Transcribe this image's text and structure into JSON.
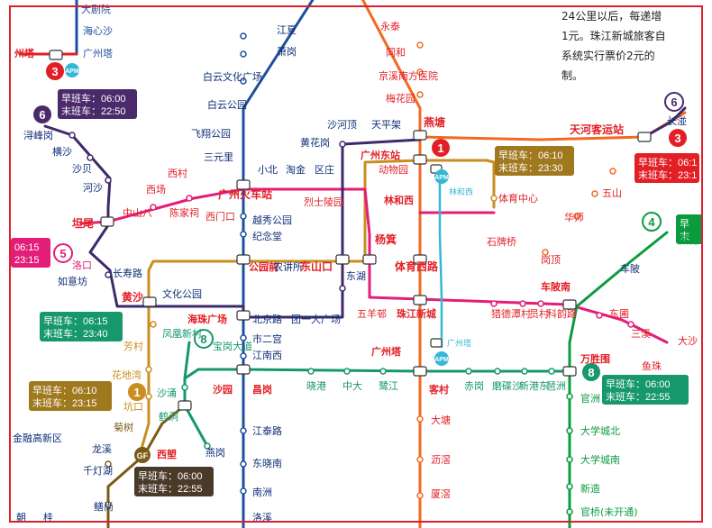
{
  "colors": {
    "line1": "#f0c200",
    "line2": "#1d4f9f",
    "line3": "#f26a21",
    "line4": "#0a9b3f",
    "line5": "#e31e79",
    "line6": "#4b2a6b",
    "line8": "#16986c",
    "apm": "#35b7d6",
    "gf": "#7a5b17",
    "red": "#e31f26",
    "label": "#0f2f77",
    "frame": "#e01e2c"
  },
  "notes": {
    "fare": [
      "24公里以后，每递增",
      "1元。珠江新城旅客自",
      "系统实行票价2元的",
      "制。"
    ]
  },
  "badges": [
    {
      "id": "b6",
      "num": "6",
      "color": "#4b2a6b"
    },
    {
      "id": "b6r",
      "num": "6",
      "color": "#4b2a6b"
    },
    {
      "id": "b3",
      "num": "3",
      "color": "#e31f26"
    },
    {
      "id": "b3r",
      "num": "3",
      "color": "#e31f26"
    },
    {
      "id": "b5",
      "num": "5",
      "color": "#e31e79"
    },
    {
      "id": "b1",
      "num": "1",
      "color": "#e31f26"
    },
    {
      "id": "b1b",
      "num": "1",
      "color": "#c98e1f"
    },
    {
      "id": "b8",
      "num": "8",
      "color": "#16986c"
    },
    {
      "id": "b8b",
      "num": "8",
      "color": "#16986c"
    },
    {
      "id": "b4",
      "num": "4",
      "color": "#0a9b3f"
    }
  ],
  "apm_label": "APM",
  "gf_label": "GF",
  "timeboxes": [
    {
      "id": "tb6",
      "first": "早班车：06:00",
      "last": "末班车：22:50",
      "color": "#4b2a6b"
    },
    {
      "id": "tb1",
      "first": "早班车：06:10",
      "last": "末班车：23:30",
      "color": "#a0781e"
    },
    {
      "id": "tb3",
      "first": "早班车：06:1",
      "last": "末班车：23:1",
      "color": "#e31f26"
    },
    {
      "id": "tb5",
      "first": "06:15",
      "last": "23:15",
      "color": "#e31e79"
    },
    {
      "id": "tb2",
      "first": "早班车：06:15",
      "last": "末班车：23:40",
      "color": "#16986c"
    },
    {
      "id": "tb1b",
      "first": "早班车：06:10",
      "last": "末班车：23:15",
      "color": "#a0781e"
    },
    {
      "id": "tbgf",
      "first": "早班车：06:00",
      "last": "末班车：22:55",
      "color": "#4a3a2a"
    },
    {
      "id": "tb8",
      "first": "早班车：06:00",
      "last": "末班车：22:55",
      "color": "#16986c"
    },
    {
      "id": "tb4",
      "first": "早",
      "last": "末",
      "color": "#0a9b3f"
    }
  ],
  "stations": [
    {
      "id": "s1",
      "text": "大剧院",
      "color": "#1d4f9f"
    },
    {
      "id": "s2",
      "text": "海心沙",
      "color": "#1d4f9f"
    },
    {
      "id": "s3",
      "text": "广州塔",
      "color": "#1d4f9f"
    },
    {
      "id": "s4",
      "text": "州塔",
      "color": "#e31f26"
    },
    {
      "id": "s5",
      "text": "江夏",
      "color": "#0f2f77"
    },
    {
      "id": "s6",
      "text": "萧岗",
      "color": "#0f2f77"
    },
    {
      "id": "s7",
      "text": "白云文化广场",
      "color": "#0f2f77"
    },
    {
      "id": "s8",
      "text": "白云公园",
      "color": "#0f2f77"
    },
    {
      "id": "s9",
      "text": "飞翔公园",
      "color": "#0f2f77"
    },
    {
      "id": "s10",
      "text": "三元里",
      "color": "#0f2f77"
    },
    {
      "id": "s11",
      "text": "永泰",
      "color": "#e31f26"
    },
    {
      "id": "s12",
      "text": "同和",
      "color": "#e31f26"
    },
    {
      "id": "s13",
      "text": "京溪南方医院",
      "color": "#e31f26"
    },
    {
      "id": "s14",
      "text": "梅花园",
      "color": "#e31f26"
    },
    {
      "id": "s15",
      "text": "沙河顶",
      "color": "#0f2f77"
    },
    {
      "id": "s16",
      "text": "天平架",
      "color": "#0f2f77"
    },
    {
      "id": "s17",
      "text": "燕塘",
      "color": "#e31f26"
    },
    {
      "id": "s18",
      "text": "黄花岗",
      "color": "#0f2f77"
    },
    {
      "id": "s19",
      "text": "广州东站",
      "color": "#e31f26"
    },
    {
      "id": "s20",
      "text": "动物园",
      "color": "#e31f26"
    },
    {
      "id": "s21",
      "text": "天河客运站",
      "color": "#e31f26"
    },
    {
      "id": "s22",
      "text": "长湴",
      "color": "#0f2f77"
    },
    {
      "id": "s23",
      "text": "浔峰岗",
      "color": "#0f2f77"
    },
    {
      "id": "s24",
      "text": "横沙",
      "color": "#0f2f77"
    },
    {
      "id": "s25",
      "text": "沙贝",
      "color": "#0f2f77"
    },
    {
      "id": "s26",
      "text": "河沙",
      "color": "#0f2f77"
    },
    {
      "id": "s27",
      "text": "西村",
      "color": "#e31f26"
    },
    {
      "id": "s28",
      "text": "西场",
      "color": "#e31f26"
    },
    {
      "id": "s29",
      "text": "小北",
      "color": "#0f2f77"
    },
    {
      "id": "s30",
      "text": "淘金",
      "color": "#0f2f77"
    },
    {
      "id": "s31",
      "text": "区庄",
      "color": "#0f2f77"
    },
    {
      "id": "s32",
      "text": "广州火车站",
      "color": "#e31f26"
    },
    {
      "id": "s33",
      "text": "林和西",
      "color": "#e31f26"
    },
    {
      "id": "s34",
      "text": "林和西",
      "color": "#35b7d6"
    },
    {
      "id": "s35",
      "text": "体育中心",
      "color": "#e31f26"
    },
    {
      "id": "s36",
      "text": "五山",
      "color": "#e31f26"
    },
    {
      "id": "s37",
      "text": "坦尾",
      "color": "#e31f26"
    },
    {
      "id": "s38",
      "text": "中山八",
      "color": "#e31f26"
    },
    {
      "id": "s39",
      "text": "陈家祠",
      "color": "#e31f26"
    },
    {
      "id": "s40",
      "text": "西门口",
      "color": "#e31f26"
    },
    {
      "id": "s41",
      "text": "越秀公园",
      "color": "#0f2f77"
    },
    {
      "id": "s42",
      "text": "纪念堂",
      "color": "#0f2f77"
    },
    {
      "id": "s43",
      "text": "烈士陵园",
      "color": "#e31f26"
    },
    {
      "id": "s44",
      "text": "华师",
      "color": "#e31f26"
    },
    {
      "id": "s45",
      "text": "杨箕",
      "color": "#e31f26"
    },
    {
      "id": "s46",
      "text": "石牌桥",
      "color": "#e31f26"
    },
    {
      "id": "s47",
      "text": "岗顶",
      "color": "#e31f26"
    },
    {
      "id": "s48",
      "text": "黄村",
      "color": "#0a9b3f"
    },
    {
      "id": "s49",
      "text": "洛口",
      "color": "#e31e79"
    },
    {
      "id": "s50",
      "text": "长寿路",
      "color": "#0f2f77"
    },
    {
      "id": "s51",
      "text": "如意坊",
      "color": "#0f2f77"
    },
    {
      "id": "s52",
      "text": "黄沙",
      "color": "#e31f26"
    },
    {
      "id": "s53",
      "text": "文化公园",
      "color": "#0f2f77"
    },
    {
      "id": "s54",
      "text": "公园前",
      "color": "#e31f26"
    },
    {
      "id": "s55",
      "text": "农讲所",
      "color": "#0f2f77"
    },
    {
      "id": "s56",
      "text": "东山口",
      "color": "#e31f26"
    },
    {
      "id": "s57",
      "text": "东湖",
      "color": "#0f2f77"
    },
    {
      "id": "s58",
      "text": "体育西路",
      "color": "#e31f26"
    },
    {
      "id": "s59",
      "text": "车陂",
      "color": "#0f2f77"
    },
    {
      "id": "s60",
      "text": "车陂南",
      "color": "#e31f26"
    },
    {
      "id": "s61",
      "text": "海珠广场",
      "color": "#e31f26"
    },
    {
      "id": "s62",
      "text": "北京路",
      "color": "#0f2f77"
    },
    {
      "id": "s63",
      "text": "团一大广场",
      "color": "#0f2f77"
    },
    {
      "id": "s64",
      "text": "五羊邨",
      "color": "#e31f26"
    },
    {
      "id": "s65",
      "text": "珠江新城",
      "color": "#e31f26"
    },
    {
      "id": "s66",
      "text": "猎德",
      "color": "#e31f26"
    },
    {
      "id": "s67",
      "text": "潭村",
      "color": "#e31f26"
    },
    {
      "id": "s68",
      "text": "员村",
      "color": "#e31f26"
    },
    {
      "id": "s69",
      "text": "科韵路",
      "color": "#e31f26"
    },
    {
      "id": "s70",
      "text": "东圃",
      "color": "#e31f26"
    },
    {
      "id": "s71",
      "text": "三溪",
      "color": "#e31f26"
    },
    {
      "id": "s72",
      "text": "大沙",
      "color": "#e31f26"
    },
    {
      "id": "s73",
      "text": "芳村",
      "color": "#c98e1f"
    },
    {
      "id": "s74",
      "text": "凤凰新村",
      "color": "#16986c"
    },
    {
      "id": "s75",
      "text": "宝岗大道",
      "color": "#16986c"
    },
    {
      "id": "s76",
      "text": "市二宫",
      "color": "#0f2f77"
    },
    {
      "id": "s77",
      "text": "江南西",
      "color": "#0f2f77"
    },
    {
      "id": "s78",
      "text": "广州塔",
      "color": "#e31f26"
    },
    {
      "id": "s79",
      "text": "广州塔",
      "color": "#35b7d6"
    },
    {
      "id": "s80",
      "text": "万胜围",
      "color": "#e31f26"
    },
    {
      "id": "s81",
      "text": "鱼珠",
      "color": "#e31f26"
    },
    {
      "id": "s82",
      "text": "花地湾",
      "color": "#c98e1f"
    },
    {
      "id": "s83",
      "text": "坑口",
      "color": "#c98e1f"
    },
    {
      "id": "s84",
      "text": "沙涌",
      "color": "#16986c"
    },
    {
      "id": "s85",
      "text": "沙园",
      "color": "#e31f26"
    },
    {
      "id": "s86",
      "text": "昌岗",
      "color": "#e31f26"
    },
    {
      "id": "s87",
      "text": "晓港",
      "color": "#16986c"
    },
    {
      "id": "s88",
      "text": "中大",
      "color": "#16986c"
    },
    {
      "id": "s89",
      "text": "鹭江",
      "color": "#16986c"
    },
    {
      "id": "s90",
      "text": "客村",
      "color": "#e31f26"
    },
    {
      "id": "s91",
      "text": "赤岗",
      "color": "#16986c"
    },
    {
      "id": "s92",
      "text": "磨碟沙",
      "color": "#16986c"
    },
    {
      "id": "s93",
      "text": "新港东",
      "color": "#16986c"
    },
    {
      "id": "s94",
      "text": "琶洲",
      "color": "#16986c"
    },
    {
      "id": "s95",
      "text": "官洲",
      "color": "#0a9b3f"
    },
    {
      "id": "s96",
      "text": "鹤洞",
      "color": "#16986c"
    },
    {
      "id": "s97",
      "text": "菊树",
      "color": "#7a5b17"
    },
    {
      "id": "s98",
      "text": "西塱",
      "color": "#e31f26"
    },
    {
      "id": "s99",
      "text": "燕岗",
      "color": "#0f2f77"
    },
    {
      "id": "s100",
      "text": "江泰路",
      "color": "#0f2f77"
    },
    {
      "id": "s101",
      "text": "东晓南",
      "color": "#0f2f77"
    },
    {
      "id": "s102",
      "text": "南洲",
      "color": "#0f2f77"
    },
    {
      "id": "s103",
      "text": "洛溪",
      "color": "#0f2f77"
    },
    {
      "id": "s104",
      "text": "大塘",
      "color": "#e31f26"
    },
    {
      "id": "s105",
      "text": "沥滘",
      "color": "#e31f26"
    },
    {
      "id": "s106",
      "text": "厦滘",
      "color": "#e31f26"
    },
    {
      "id": "s107",
      "text": "大学城北",
      "color": "#0a9b3f"
    },
    {
      "id": "s108",
      "text": "大学城南",
      "color": "#0a9b3f"
    },
    {
      "id": "s109",
      "text": "新造",
      "color": "#0a9b3f"
    },
    {
      "id": "s110",
      "text": "官桥(未开通)",
      "color": "#0a9b3f"
    },
    {
      "id": "s111",
      "text": "金融高新区",
      "color": "#0f2f77"
    },
    {
      "id": "s112",
      "text": "龙溪",
      "color": "#0f2f77"
    },
    {
      "id": "s113",
      "text": "千灯湖",
      "color": "#0f2f77"
    },
    {
      "id": "s114",
      "text": "鳝尚",
      "color": "#0f2f77"
    },
    {
      "id": "s115",
      "text": "朝",
      "color": "#0f2f77"
    },
    {
      "id": "s116",
      "text": "桂",
      "color": "#0f2f77"
    }
  ]
}
